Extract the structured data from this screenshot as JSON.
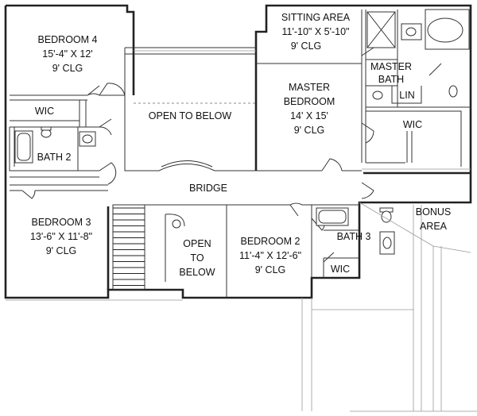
{
  "rooms": {
    "bedroom4": {
      "name": "BEDROOM 4",
      "size": "15'-4\" X 12'",
      "ceiling": "9' CLG"
    },
    "sitting": {
      "name": "SITTING AREA",
      "size": "11'-10\" X 5'-10\"",
      "ceiling": "9' CLG"
    },
    "master_bath": {
      "line1": "MASTER",
      "line2": "BATH"
    },
    "lin": "LIN",
    "master_bed": {
      "line1": "MASTER",
      "line2": "BEDROOM",
      "size": "14' X 15'",
      "ceiling": "9' CLG"
    },
    "wic_master": "WIC",
    "wic_bed4": "WIC",
    "open_below_top": "OPEN TO BELOW",
    "bath2": "BATH 2",
    "bridge": "BRIDGE",
    "bonus": {
      "line1": "BONUS",
      "line2": "AREA"
    },
    "bedroom3": {
      "name": "BEDROOM 3",
      "size": "13'-6\" X 11'-8\"",
      "ceiling": "9' CLG"
    },
    "open_below_stair": {
      "line1": "OPEN",
      "line2": "TO",
      "line3": "BELOW"
    },
    "bedroom2": {
      "name": "BEDROOM 2",
      "size": "11'-4\" X 12'-6\"",
      "ceiling": "9' CLG"
    },
    "bath3": "BATH 3",
    "wic_bed2": "WIC"
  }
}
